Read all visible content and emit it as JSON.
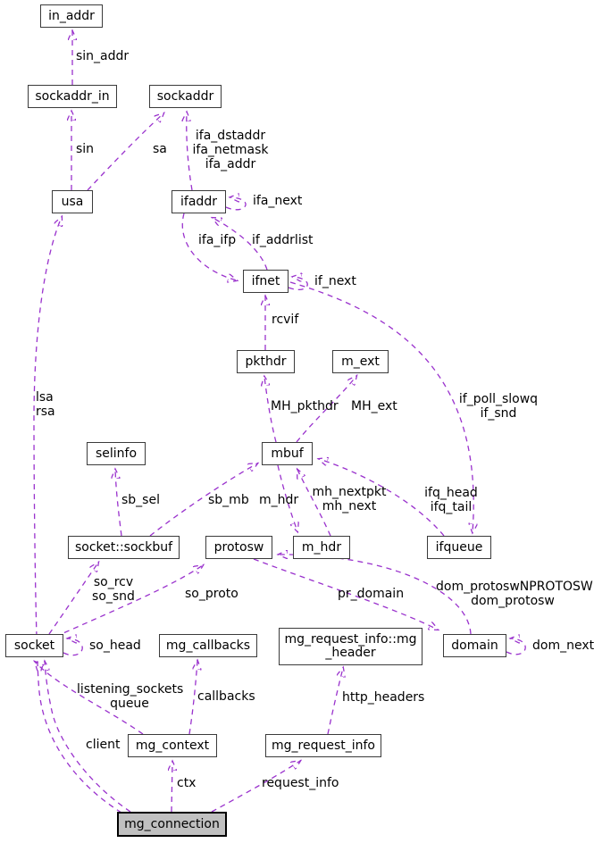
{
  "diagram": {
    "type": "collaboration-graph",
    "highlighted_node": "mg_connection"
  },
  "colors": {
    "edge": "#9a32cd",
    "node_border": "#3b3b3b",
    "node_fill": "#ffffff",
    "highlight_fill": "#c0c0c0",
    "text": "#000000",
    "background": "#ffffff"
  },
  "nodes": {
    "in_addr": "in_addr",
    "sockaddr_in": "sockaddr_in",
    "sockaddr": "sockaddr",
    "usa": "usa",
    "ifaddr": "ifaddr",
    "ifnet": "ifnet",
    "pkthdr": "pkthdr",
    "m_ext": "m_ext",
    "mbuf": "mbuf",
    "selinfo": "selinfo",
    "sockbuf": "socket::sockbuf",
    "protosw": "protosw",
    "m_hdr": "m_hdr",
    "ifqueue": "ifqueue",
    "socket": "socket",
    "mg_callbacks": "mg_callbacks",
    "mg_header": "mg_request_info::mg\n_header",
    "domain": "domain",
    "mg_context": "mg_context",
    "mg_request_info": "mg_request_info",
    "mg_connection": "mg_connection"
  },
  "edge_labels": {
    "sin_addr": "sin_addr",
    "sin": "sin",
    "sa": "sa",
    "ifa_addrs": "ifa_dstaddr\nifa_netmask\nifa_addr",
    "ifa_next": "ifa_next",
    "ifa_ifp": "ifa_ifp",
    "if_addrlist": "if_addrlist",
    "if_next": "if_next",
    "rcvif": "rcvif",
    "mh_pkthdr": "MH_pkthdr",
    "mh_ext": "MH_ext",
    "if_poll": "if_poll_slowq\nif_snd",
    "ifq": "ifq_head\nifq_tail",
    "lsa_rsa": "lsa\nrsa",
    "sb_sel": "sb_sel",
    "sb_mb": "sb_mb",
    "m_hdr": "m_hdr",
    "mh_next": "mh_nextpkt\nmh_next",
    "so_rcv": "so_rcv\nso_snd",
    "so_proto": "so_proto",
    "so_head": "so_head",
    "pr_domain": "pr_domain",
    "dom_protosw": "dom_protoswNPROTOSW\ndom_protosw",
    "dom_next": "dom_next",
    "listening": "listening_sockets\nqueue",
    "callbacks": "callbacks",
    "http_headers": "http_headers",
    "client": "client",
    "ctx": "ctx",
    "request_info": "request_info"
  }
}
